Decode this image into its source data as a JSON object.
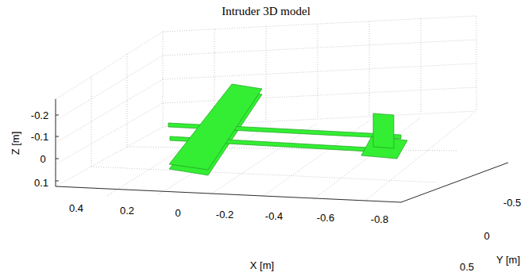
{
  "diagram": {
    "title": "Intruder 3D model",
    "labels": [
      "-0.2",
      "-0.1",
      "0",
      "0.1",
      "0.4",
      "0.2",
      "0",
      "-0.2",
      "-0.4",
      "-0.6",
      "-0.8",
      "X [m]",
      "-0.5",
      "0",
      "0.5",
      "Y [m]",
      "Z [m]"
    ]
  }
}
